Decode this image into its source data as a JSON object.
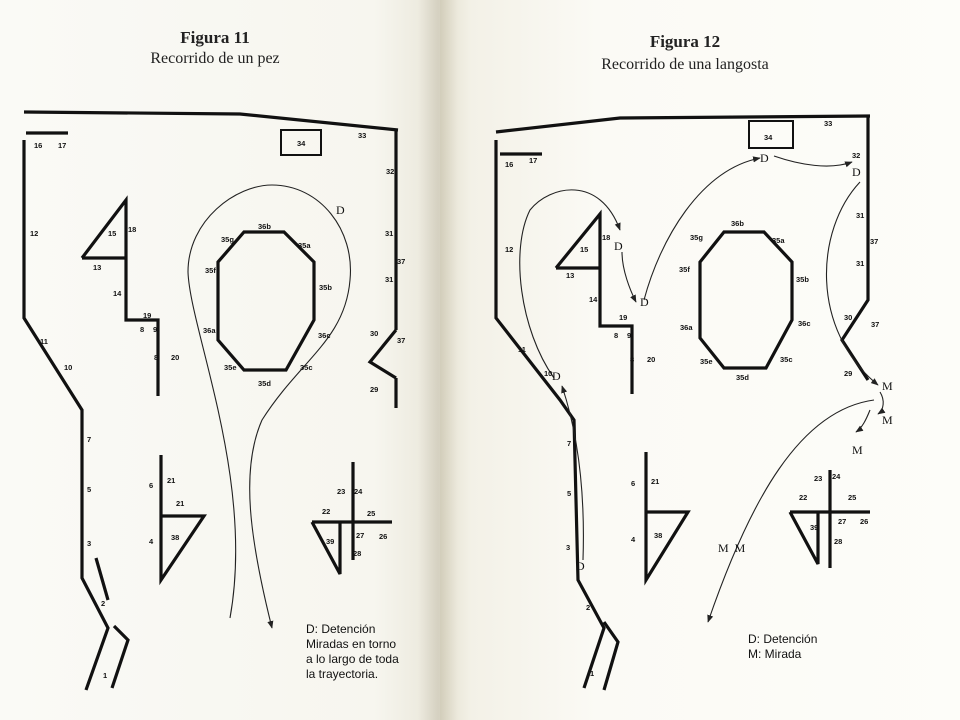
{
  "left": {
    "figure_title": "Figura 11",
    "figure_subtitle": "Recorrido de un pez",
    "marker_d": "D",
    "legend": [
      "D: Detención",
      "Miradas en torno",
      "a lo largo de toda",
      "la trayectoria."
    ],
    "labels": [
      {
        "id": "16",
        "t": "16"
      },
      {
        "id": "17",
        "t": "17"
      },
      {
        "id": "34",
        "t": "34"
      },
      {
        "id": "33",
        "t": "33"
      },
      {
        "id": "32",
        "t": "32"
      },
      {
        "id": "31",
        "t": "31"
      },
      {
        "id": "37",
        "t": "37"
      },
      {
        "id": "31b",
        "t": "31"
      },
      {
        "id": "12",
        "t": "12"
      },
      {
        "id": "15",
        "t": "15"
      },
      {
        "id": "18",
        "t": "18"
      },
      {
        "id": "13",
        "t": "13"
      },
      {
        "id": "14",
        "t": "14"
      },
      {
        "id": "19",
        "t": "19"
      },
      {
        "id": "8a",
        "t": "8"
      },
      {
        "id": "9",
        "t": "9"
      },
      {
        "id": "8b",
        "t": "8"
      },
      {
        "id": "20",
        "t": "20"
      },
      {
        "id": "11",
        "t": "11"
      },
      {
        "id": "10",
        "t": "10"
      },
      {
        "id": "30",
        "t": "30"
      },
      {
        "id": "37b",
        "t": "37"
      },
      {
        "id": "29",
        "t": "29"
      },
      {
        "id": "7",
        "t": "7"
      },
      {
        "id": "5",
        "t": "5"
      },
      {
        "id": "3",
        "t": "3"
      },
      {
        "id": "2",
        "t": "2"
      },
      {
        "id": "1",
        "t": "1"
      },
      {
        "id": "6",
        "t": "6"
      },
      {
        "id": "21a",
        "t": "21"
      },
      {
        "id": "21b",
        "t": "21"
      },
      {
        "id": "4",
        "t": "4"
      },
      {
        "id": "38",
        "t": "38"
      },
      {
        "id": "23",
        "t": "23"
      },
      {
        "id": "24",
        "t": "24"
      },
      {
        "id": "22",
        "t": "22"
      },
      {
        "id": "25",
        "t": "25"
      },
      {
        "id": "39",
        "t": "39"
      },
      {
        "id": "27",
        "t": "27"
      },
      {
        "id": "26",
        "t": "26"
      },
      {
        "id": "28",
        "t": "28"
      },
      {
        "id": "36b",
        "t": "36b"
      },
      {
        "id": "35g",
        "t": "35g"
      },
      {
        "id": "35a",
        "t": "35a"
      },
      {
        "id": "35f",
        "t": "35f"
      },
      {
        "id": "35b",
        "t": "35b"
      },
      {
        "id": "36a",
        "t": "36a"
      },
      {
        "id": "36c",
        "t": "36c"
      },
      {
        "id": "35e",
        "t": "35e"
      },
      {
        "id": "35c",
        "t": "35c"
      },
      {
        "id": "35d",
        "t": "35d"
      }
    ]
  },
  "right": {
    "figure_title": "Figura 12",
    "figure_subtitle": "Recorrido de una langosta",
    "markers": {
      "d": "D",
      "m": "M",
      "mm": "M  M"
    },
    "legend": [
      "D: Detención",
      "M: Mirada"
    ],
    "labels": [
      {
        "id": "16",
        "t": "16"
      },
      {
        "id": "17",
        "t": "17"
      },
      {
        "id": "34",
        "t": "34"
      },
      {
        "id": "33",
        "t": "33"
      },
      {
        "id": "32",
        "t": "32"
      },
      {
        "id": "31",
        "t": "31"
      },
      {
        "id": "37",
        "t": "37"
      },
      {
        "id": "31b",
        "t": "31"
      },
      {
        "id": "12",
        "t": "12"
      },
      {
        "id": "15",
        "t": "15"
      },
      {
        "id": "18",
        "t": "18"
      },
      {
        "id": "13",
        "t": "13"
      },
      {
        "id": "14",
        "t": "14"
      },
      {
        "id": "19",
        "t": "19"
      },
      {
        "id": "8a",
        "t": "8"
      },
      {
        "id": "9",
        "t": "9"
      },
      {
        "id": "8b",
        "t": "8"
      },
      {
        "id": "20",
        "t": "20"
      },
      {
        "id": "11",
        "t": "11"
      },
      {
        "id": "10",
        "t": "10"
      },
      {
        "id": "30",
        "t": "30"
      },
      {
        "id": "37b",
        "t": "37"
      },
      {
        "id": "29",
        "t": "29"
      },
      {
        "id": "7",
        "t": "7"
      },
      {
        "id": "5",
        "t": "5"
      },
      {
        "id": "3",
        "t": "3"
      },
      {
        "id": "2",
        "t": "2"
      },
      {
        "id": "1",
        "t": "1"
      },
      {
        "id": "6",
        "t": "6"
      },
      {
        "id": "21",
        "t": "21"
      },
      {
        "id": "4",
        "t": "4"
      },
      {
        "id": "38",
        "t": "38"
      },
      {
        "id": "23",
        "t": "23"
      },
      {
        "id": "24",
        "t": "24"
      },
      {
        "id": "22",
        "t": "22"
      },
      {
        "id": "25",
        "t": "25"
      },
      {
        "id": "39",
        "t": "39"
      },
      {
        "id": "27",
        "t": "27"
      },
      {
        "id": "26",
        "t": "26"
      },
      {
        "id": "28",
        "t": "28"
      },
      {
        "id": "36b",
        "t": "36b"
      },
      {
        "id": "35g",
        "t": "35g"
      },
      {
        "id": "35a",
        "t": "35a"
      },
      {
        "id": "35f",
        "t": "35f"
      },
      {
        "id": "35b",
        "t": "35b"
      },
      {
        "id": "36a",
        "t": "36a"
      },
      {
        "id": "36c",
        "t": "36c"
      },
      {
        "id": "35e",
        "t": "35e"
      },
      {
        "id": "35c",
        "t": "35c"
      },
      {
        "id": "35d",
        "t": "35d"
      }
    ]
  }
}
